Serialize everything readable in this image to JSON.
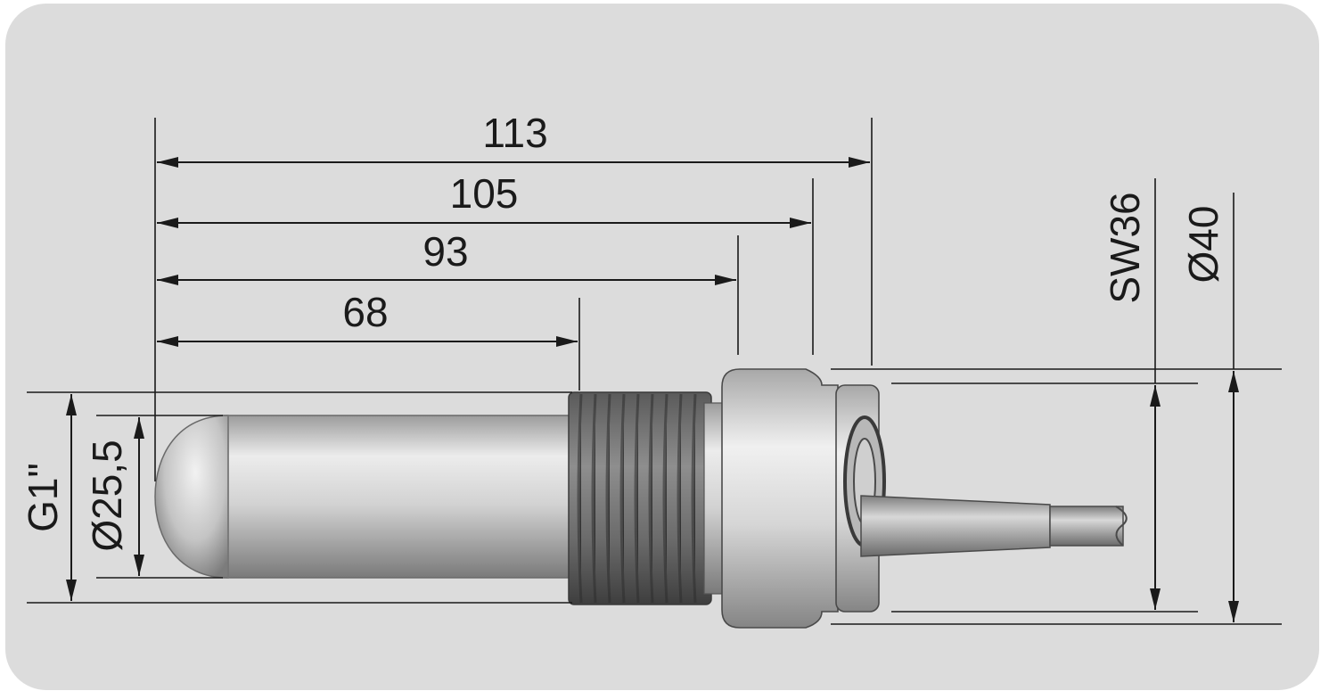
{
  "dimensions": {
    "length_113": "113",
    "length_105": "105",
    "length_93": "93",
    "length_68": "68",
    "wrench_size": "SW36",
    "flange_diameter": "Ø40",
    "thread": "G1\"",
    "probe_diameter": "Ø25,5"
  },
  "colors": {
    "background_panel": "#dcdcdc",
    "outline": "#1a1a1a",
    "metal_light": "#e4e4e4",
    "metal_dark": "#8a8a8a",
    "thread_dark": "#555555"
  }
}
